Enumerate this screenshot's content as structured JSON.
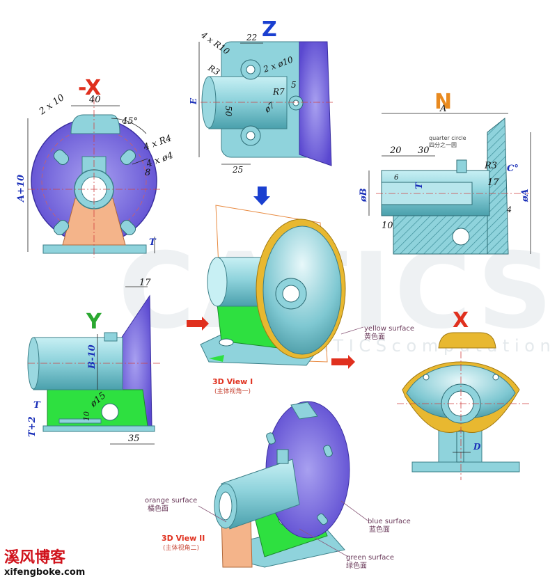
{
  "views": {
    "neg_x": "-X",
    "z": "Z",
    "n": "N",
    "y": "Y",
    "x": "X",
    "n_section_letter": "A"
  },
  "colors": {
    "body": "#8fd3dc",
    "blue_surface": "#7b6ce0",
    "orange_surface": "#f4b48a",
    "green_surface": "#2ee040",
    "yellow_surface": "#e8b830",
    "view_red": "#e0301e",
    "view_blue": "#1a3fd0",
    "view_orange": "#e88a20",
    "view_green": "#2aa830"
  },
  "neg_x_view": {
    "dims": [
      "2 x 10",
      "40",
      "45°",
      "4 x R4",
      "4 x ø4",
      "8",
      "A+10",
      "T"
    ]
  },
  "z_view": {
    "dims": [
      "4 x R10",
      "22",
      "2 x ø10",
      "R3",
      "5",
      "R7",
      "ø7",
      "E",
      "50",
      "25"
    ]
  },
  "n_view": {
    "dims": [
      "A",
      "20",
      "30",
      "6",
      "R3",
      "C°",
      "17",
      "øB",
      "T",
      "øA",
      "10",
      "4"
    ],
    "note_en": "quarter circle",
    "note_cn": "四分之一圆"
  },
  "y_view": {
    "dims": [
      "17",
      "B-10",
      "ø15",
      "10",
      "T",
      "T+2",
      "35"
    ]
  },
  "x_view": {
    "dims": [
      "D"
    ]
  },
  "view1": {
    "title": "3D View I",
    "subtitle": "(主体视角一)",
    "yellow_en": "yellow surface",
    "yellow_cn": "黄色面"
  },
  "view2": {
    "title": "3D View II",
    "subtitle": "(主体视角二)",
    "orange_en": "orange surface",
    "orange_cn": "橘色面",
    "blue_en": "blue surface",
    "blue_cn": "蓝色面",
    "green_en": "green surface",
    "green_cn": "绿色面"
  },
  "watermark": {
    "big": "CATICS",
    "small": "C A T I C S   c o m p u t a t i o n"
  },
  "brand": {
    "name": "溪风博客",
    "url": "xifengboke.com"
  }
}
